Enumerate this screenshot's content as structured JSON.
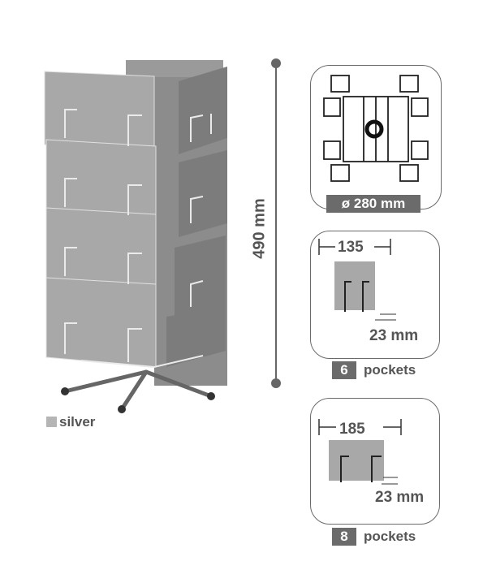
{
  "height_dim": {
    "label": "490 mm"
  },
  "color_swatch": {
    "label": "silver",
    "color": "#b5b5b5"
  },
  "top_view": {
    "diameter_label": "ø 280 mm"
  },
  "pocket_a": {
    "width_label": "135",
    "depth_label": "23 mm",
    "count": "6",
    "count_label": "pockets"
  },
  "pocket_b": {
    "width_label": "185",
    "depth_label": "23 mm",
    "count": "8",
    "count_label": "pockets"
  },
  "colors": {
    "panel_border": "#6a6a6a",
    "label_bg": "#6b6b6b",
    "pocket_gray": "#a8a8a8"
  }
}
